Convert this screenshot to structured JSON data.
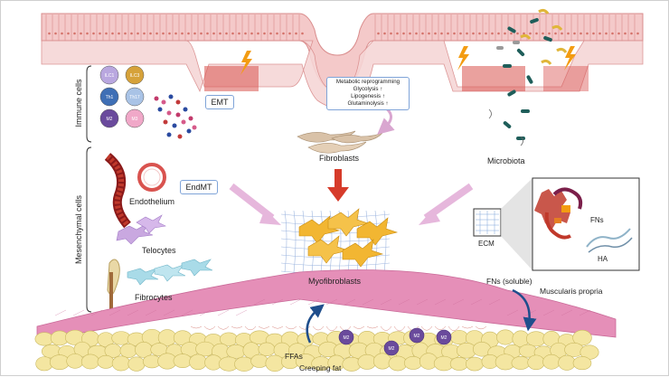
{
  "groups": {
    "immune": "Immune cells",
    "mesenchymal": "Mesenchymal cells"
  },
  "immune_cells": [
    "ILC1",
    "ILC3",
    "Th1",
    "Th17",
    "M2",
    "M3"
  ],
  "macrophage_label": "M2",
  "boxes": {
    "emt": "EMT",
    "endmt": "EndMT",
    "metabolic": [
      "Metabolic reprogramming",
      "Glycolysis ↑",
      "Lipogenesis ↑",
      "Glutaminolysis ↑"
    ]
  },
  "labels": {
    "fibroblasts": "Fibroblasts",
    "microbiota": "Microbiota",
    "endothelium": "Endothelium",
    "telocytes": "Telocytes",
    "fibrocytes": "Fibrocytes",
    "myofibroblasts": "Myofibroblasts",
    "ecm": "ECM",
    "fns": "FNs",
    "ha": "HA",
    "fns_soluble": "FNs (soluble)",
    "muscularis": "Muscularis propria",
    "ffas": "FFAs",
    "creeping_fat": "Creeping fat"
  },
  "colors": {
    "epithelium": "#f4c9c9",
    "epithelium_stroke": "#d98c8c",
    "damaged": "#d9534f",
    "lightning": "#f39c12",
    "myofibroblast": "#f2b632",
    "fibroblast": "#d9c2a8",
    "arrow": "#d9a6d0",
    "red_arrow": "#d63b2a",
    "muscle": "#e58fb8",
    "fat": "#f4e6a1",
    "macrophage": "#6a4a9c",
    "telocyte": "#c9a8e0",
    "fibrocyte": "#a9dbe8"
  }
}
